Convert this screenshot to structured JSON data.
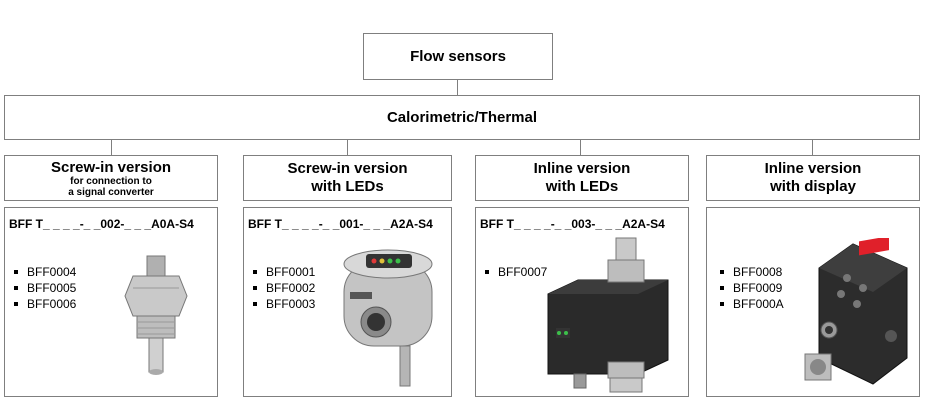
{
  "root": {
    "label": "Flow sensors"
  },
  "category": {
    "label": "Calorimetric/Thermal"
  },
  "columns": [
    {
      "title_line1": "Screw-in version",
      "title_line2": "",
      "subtitle_line1": "for connection to",
      "subtitle_line2": "a signal converter",
      "code": "BFF T_ _ _ _-_ _002-_ _ _A0A-S4",
      "items": [
        "BFF0004",
        "BFF0005",
        "BFF0006"
      ],
      "image": "screw-in-sensor"
    },
    {
      "title_line1": "Screw-in version",
      "title_line2": "with LEDs",
      "subtitle_line1": "",
      "subtitle_line2": "",
      "code": "BFF T_ _ _ _-_ _001-_ _ _A2A-S4",
      "items": [
        "BFF0001",
        "BFF0002",
        "BFF0003"
      ],
      "image": "screw-in-led-sensor"
    },
    {
      "title_line1": "Inline version",
      "title_line2": "with LEDs",
      "subtitle_line1": "",
      "subtitle_line2": "",
      "code": "BFF T_ _ _ _-_ _003-_ _ _A2A-S4",
      "items": [
        "BFF0007"
      ],
      "image": "inline-led-sensor"
    },
    {
      "title_line1": "Inline version",
      "title_line2": "with display",
      "subtitle_line1": "",
      "subtitle_line2": "",
      "code": "",
      "items": [
        "BFF0008",
        "BFF0009",
        "BFF000A"
      ],
      "image": "inline-display-sensor"
    }
  ],
  "colors": {
    "border": "#7f7f7f",
    "steel": "#c8c8c8",
    "housing": "#2a2a2a",
    "display_red": "#e0202a",
    "led_green": "#3cc04a"
  }
}
